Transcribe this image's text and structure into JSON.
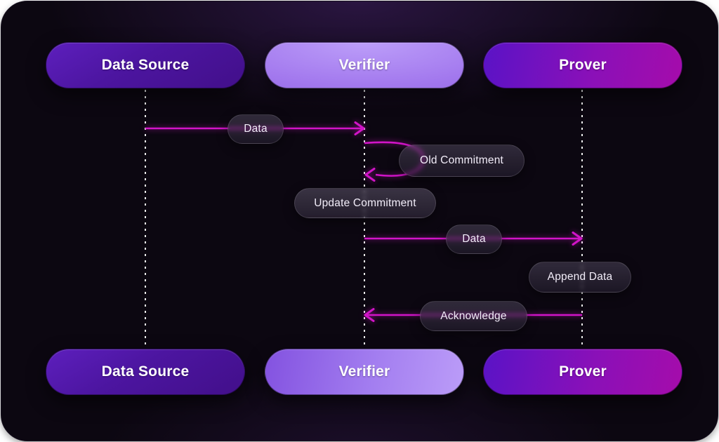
{
  "diagram": {
    "type": "sequence-diagram",
    "actors": [
      {
        "id": "data-source",
        "label": "Data Source"
      },
      {
        "id": "verifier",
        "label": "Verifier"
      },
      {
        "id": "prover",
        "label": "Prover"
      }
    ],
    "messages": [
      {
        "label": "Data",
        "from": "Data Source",
        "to": "Verifier",
        "kind": "arrow"
      },
      {
        "label": "Old Commitment",
        "from": "Verifier",
        "to": "Verifier",
        "kind": "self-loop"
      },
      {
        "label": "Update Commitment",
        "actor": "Verifier",
        "kind": "action-note"
      },
      {
        "label": "Data",
        "from": "Verifier",
        "to": "Prover",
        "kind": "arrow"
      },
      {
        "label": "Append Data",
        "actor": "Prover",
        "kind": "action-note"
      },
      {
        "label": "Acknowledge",
        "from": "Prover",
        "to": "Verifier",
        "kind": "arrow"
      }
    ],
    "colors": {
      "page_bg": "#ffffff",
      "canvas_bg": "#0c0711",
      "canvas_glow": "#7036b0",
      "arrow": "#d214c8",
      "lifeline": "#ffffff",
      "message_pill_bg": "rgba(54,47,66,0.55)",
      "message_pill_border": "rgba(255,255,255,0.13)",
      "data_source_gradient": [
        "#5d1fbd",
        "#420f8a"
      ],
      "verifier_gradient": [
        "#bc9ef9",
        "#8d5fe0"
      ],
      "prover_gradient": [
        "#5a13c6",
        "#a50cab"
      ],
      "text": "#ffffff"
    }
  }
}
